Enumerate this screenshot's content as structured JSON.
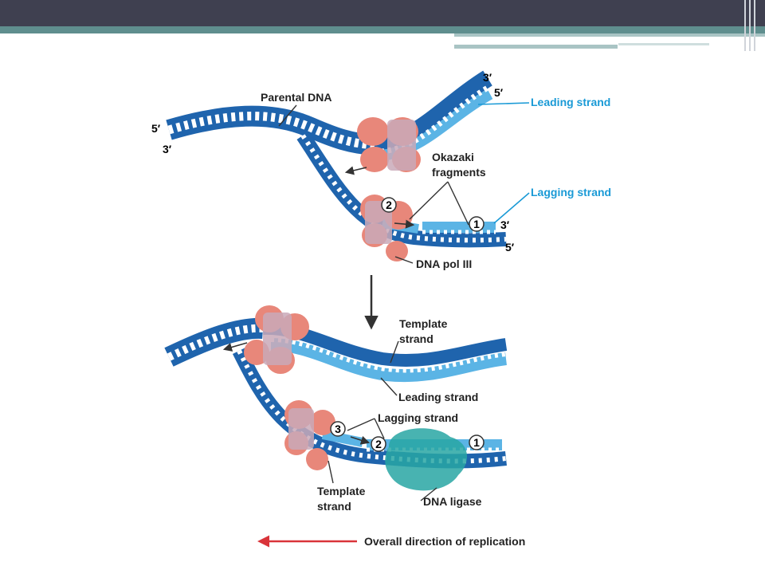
{
  "labels": {
    "parental_dna": "Parental DNA",
    "leading_strand_top": "Leading strand",
    "okazaki_line1": "Okazaki",
    "okazaki_line2": "fragments",
    "lagging_strand_top": "Lagging strand",
    "dna_pol_iii": "DNA pol III",
    "template_strand_top_l1": "Template",
    "template_strand_top_l2": "strand",
    "leading_strand_bottom": "Leading strand",
    "lagging_strand_bottom": "Lagging strand",
    "template_strand_bottom_l1": "Template",
    "template_strand_bottom_l2": "strand",
    "dna_ligase": "DNA ligase",
    "overall_direction": "Overall direction of replication"
  },
  "ends": {
    "five_prime": "5′",
    "three_prime": "3′"
  },
  "markers": {
    "one": "1",
    "two": "2",
    "three": "3"
  },
  "colors": {
    "dna_dark": "#1f64ad",
    "dna_light": "#5bb4e5",
    "polymerase": "#e8877a",
    "ligase": "#28a6a3",
    "label_blue": "#1a9ad6",
    "direction_arrow": "#d9343a",
    "title_bar": "#3f4050",
    "accent_teal": "#5f8e8e"
  }
}
